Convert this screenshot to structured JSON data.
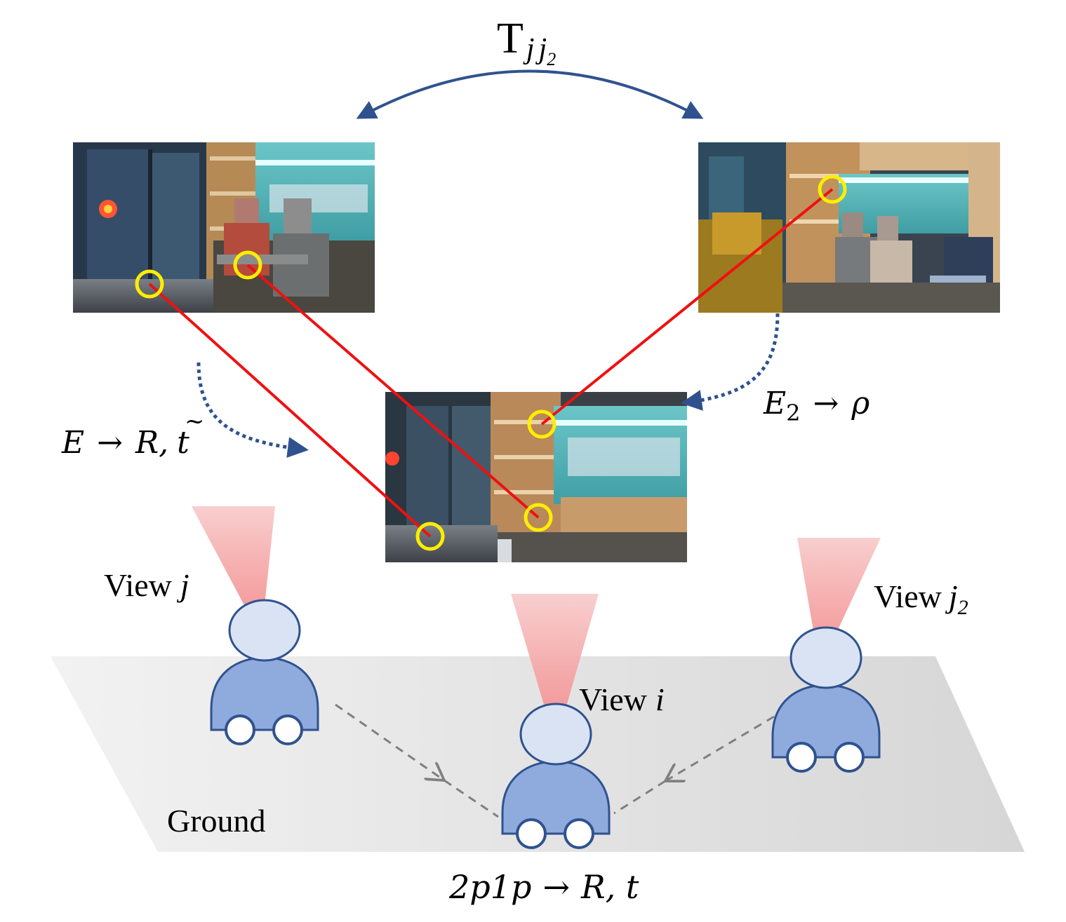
{
  "transform_label": {
    "base": "T",
    "sub1": "j",
    "sub2": "j",
    "sub3": "2"
  },
  "essential_label": {
    "lhs": "E",
    "arrow": "→",
    "rhs_a": "R,",
    "rhs_b": "t",
    "tilde": "~"
  },
  "second_essential_label": {
    "lhs": "E",
    "lhs_sub": "2",
    "arrow": "→",
    "rhs": "ρ"
  },
  "view_j": {
    "word": "View",
    "var": "j"
  },
  "view_i": {
    "word": "View",
    "var": "i"
  },
  "view_j2": {
    "word": "View",
    "var": "j",
    "sub": "2"
  },
  "ground_label": "Ground",
  "solver_label": {
    "text": "2p1p",
    "arrow": "→",
    "rhs": "R, t"
  },
  "colors": {
    "transform_arrow": "#2f528f",
    "dotted_arrow": "#2f528f",
    "match_line": "#ee1111",
    "match_circle": "#ffee00",
    "robot_head": "#dae3f3",
    "robot_body": "#8faadc",
    "robot_outline": "#2f528f",
    "camera_cone": "#f4a6a6",
    "ground": "#e8e8e8",
    "dashed_arrow": "#808080"
  },
  "icons": [
    "camera-image",
    "robot-icon",
    "camera-frustum"
  ]
}
